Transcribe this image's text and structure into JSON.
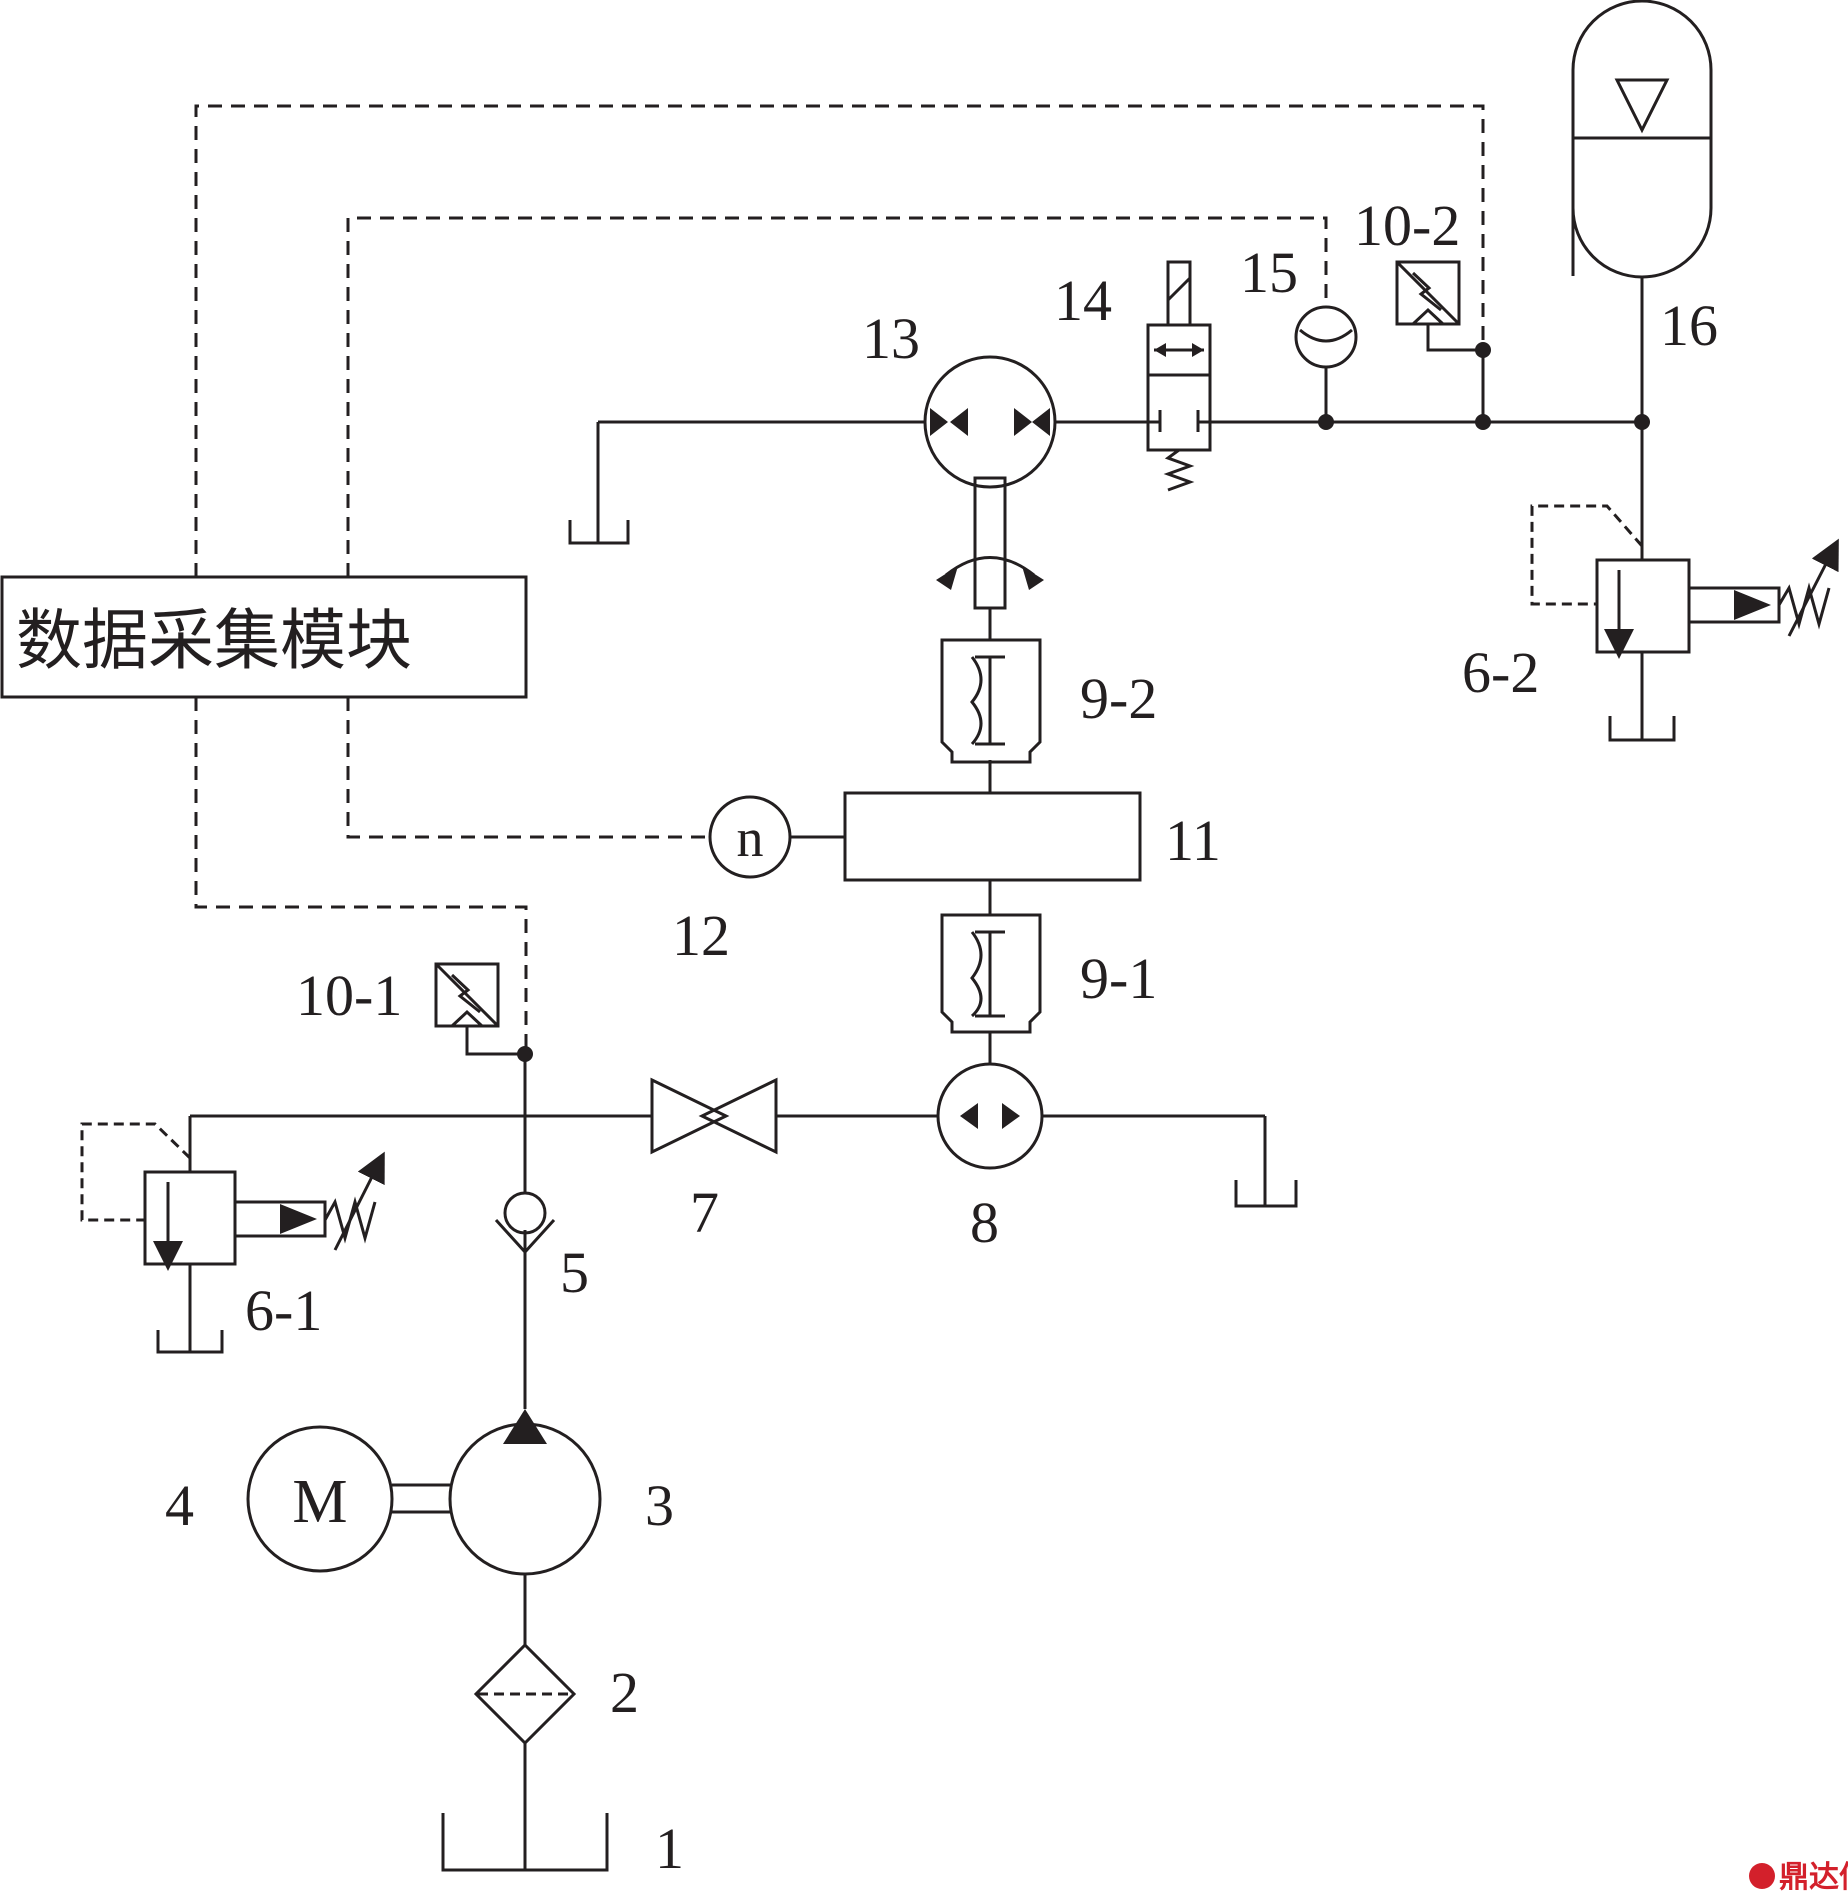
{
  "module": {
    "label": "数据采集模块"
  },
  "labels": {
    "tank": "1",
    "filter": "2",
    "pump": "3",
    "motor_number": "4",
    "check_valve": "5",
    "relief_valve_1": "6-1",
    "relief_valve_2": "6-2",
    "throttle_valve": "7",
    "hydraulic_motor": "8",
    "coupling_1": "9-1",
    "coupling_2": "9-2",
    "pressure_sensor_1": "10-1",
    "pressure_sensor_2": "10-2",
    "flywheel": "11",
    "speed_sensor_number": "12",
    "pump_motor_unit": "13",
    "solenoid_valve": "14",
    "flow_meter": "15",
    "accumulator": "16"
  },
  "symbols": {
    "motor": "M",
    "speed_sensor": "n"
  },
  "watermark": {
    "text": "鼎达信",
    "color": "#d3202b"
  },
  "colors": {
    "line": "#231f20",
    "background": "#ffffff"
  }
}
